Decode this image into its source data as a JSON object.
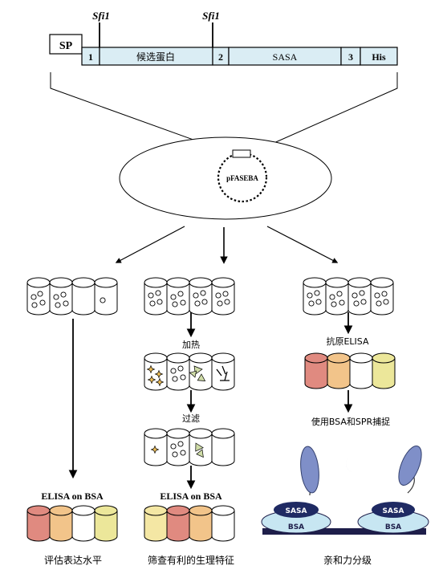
{
  "construct": {
    "sp": "SP",
    "sfi_left": "Sfi1",
    "sfi_right": "Sfi1",
    "segments": [
      "1",
      "候选蛋白",
      "2",
      "SASA",
      "3",
      "His"
    ]
  },
  "plasmid": {
    "label": "pFASEBA"
  },
  "branch_left": {
    "bottom_label": "ELISA on BSA",
    "caption": "评估表达水平"
  },
  "branch_middle": {
    "step1": "加热",
    "step2": "过滤",
    "bottom_label": "ELISA on BSA",
    "caption": "筛查有利的生理特征"
  },
  "branch_right": {
    "step1": "抗原ELISA",
    "step2": "使用BSA和SPR捕捉",
    "sasa_label_1": "SASA",
    "sasa_label_2": "SASA",
    "bsa_label_1": "BSA",
    "bsa_label_2": "BSA",
    "caption": "亲和力分级"
  },
  "colors": {
    "construct_fill": "#daedf4",
    "red": "#e08a80",
    "orange": "#f2c48a",
    "yellow": "#ece79a",
    "cream": "#f4e7a4",
    "star": "#f1c058",
    "triangle": "#cfdca7",
    "antibody": "#7f8fc8",
    "sasa": "#1f2a63",
    "bsa": "#c7e6f2",
    "base": "#1e1e4a"
  }
}
